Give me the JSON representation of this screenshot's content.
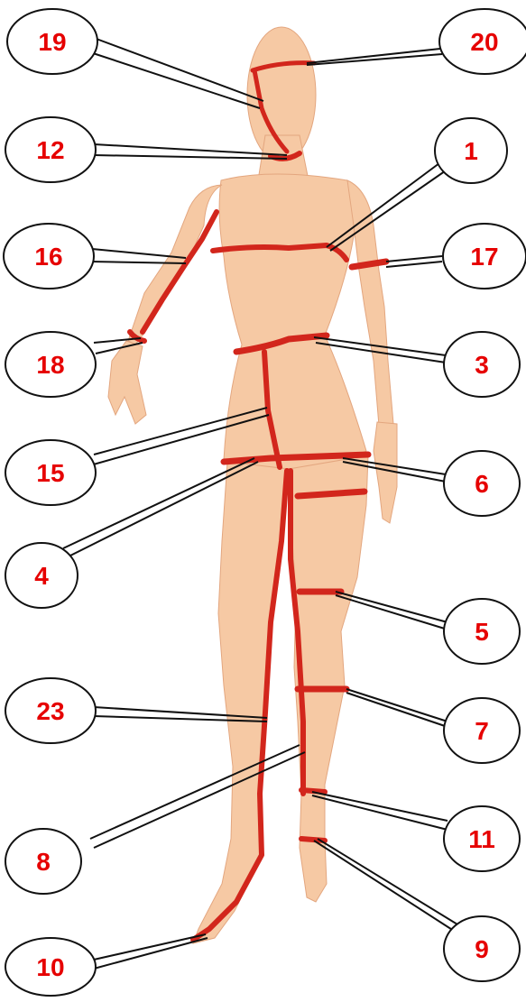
{
  "colors": {
    "label_text": "#e60000",
    "tape": "#d2261c",
    "skin": "#f6c9a4",
    "skin_shade": "#e9a57d",
    "bubble_stroke": "#111111",
    "background": "#ffffff"
  },
  "callouts": [
    {
      "id": "19",
      "label": "19"
    },
    {
      "id": "20",
      "label": "20"
    },
    {
      "id": "12",
      "label": "12"
    },
    {
      "id": "1",
      "label": "1"
    },
    {
      "id": "16",
      "label": "16"
    },
    {
      "id": "17",
      "label": "17"
    },
    {
      "id": "18",
      "label": "18"
    },
    {
      "id": "3",
      "label": "3"
    },
    {
      "id": "15",
      "label": "15"
    },
    {
      "id": "6",
      "label": "6"
    },
    {
      "id": "4",
      "label": "4"
    },
    {
      "id": "5",
      "label": "5"
    },
    {
      "id": "23",
      "label": "23"
    },
    {
      "id": "7",
      "label": "7"
    },
    {
      "id": "8",
      "label": "8"
    },
    {
      "id": "11",
      "label": "11"
    },
    {
      "id": "9",
      "label": "9"
    },
    {
      "id": "10",
      "label": "10"
    }
  ]
}
